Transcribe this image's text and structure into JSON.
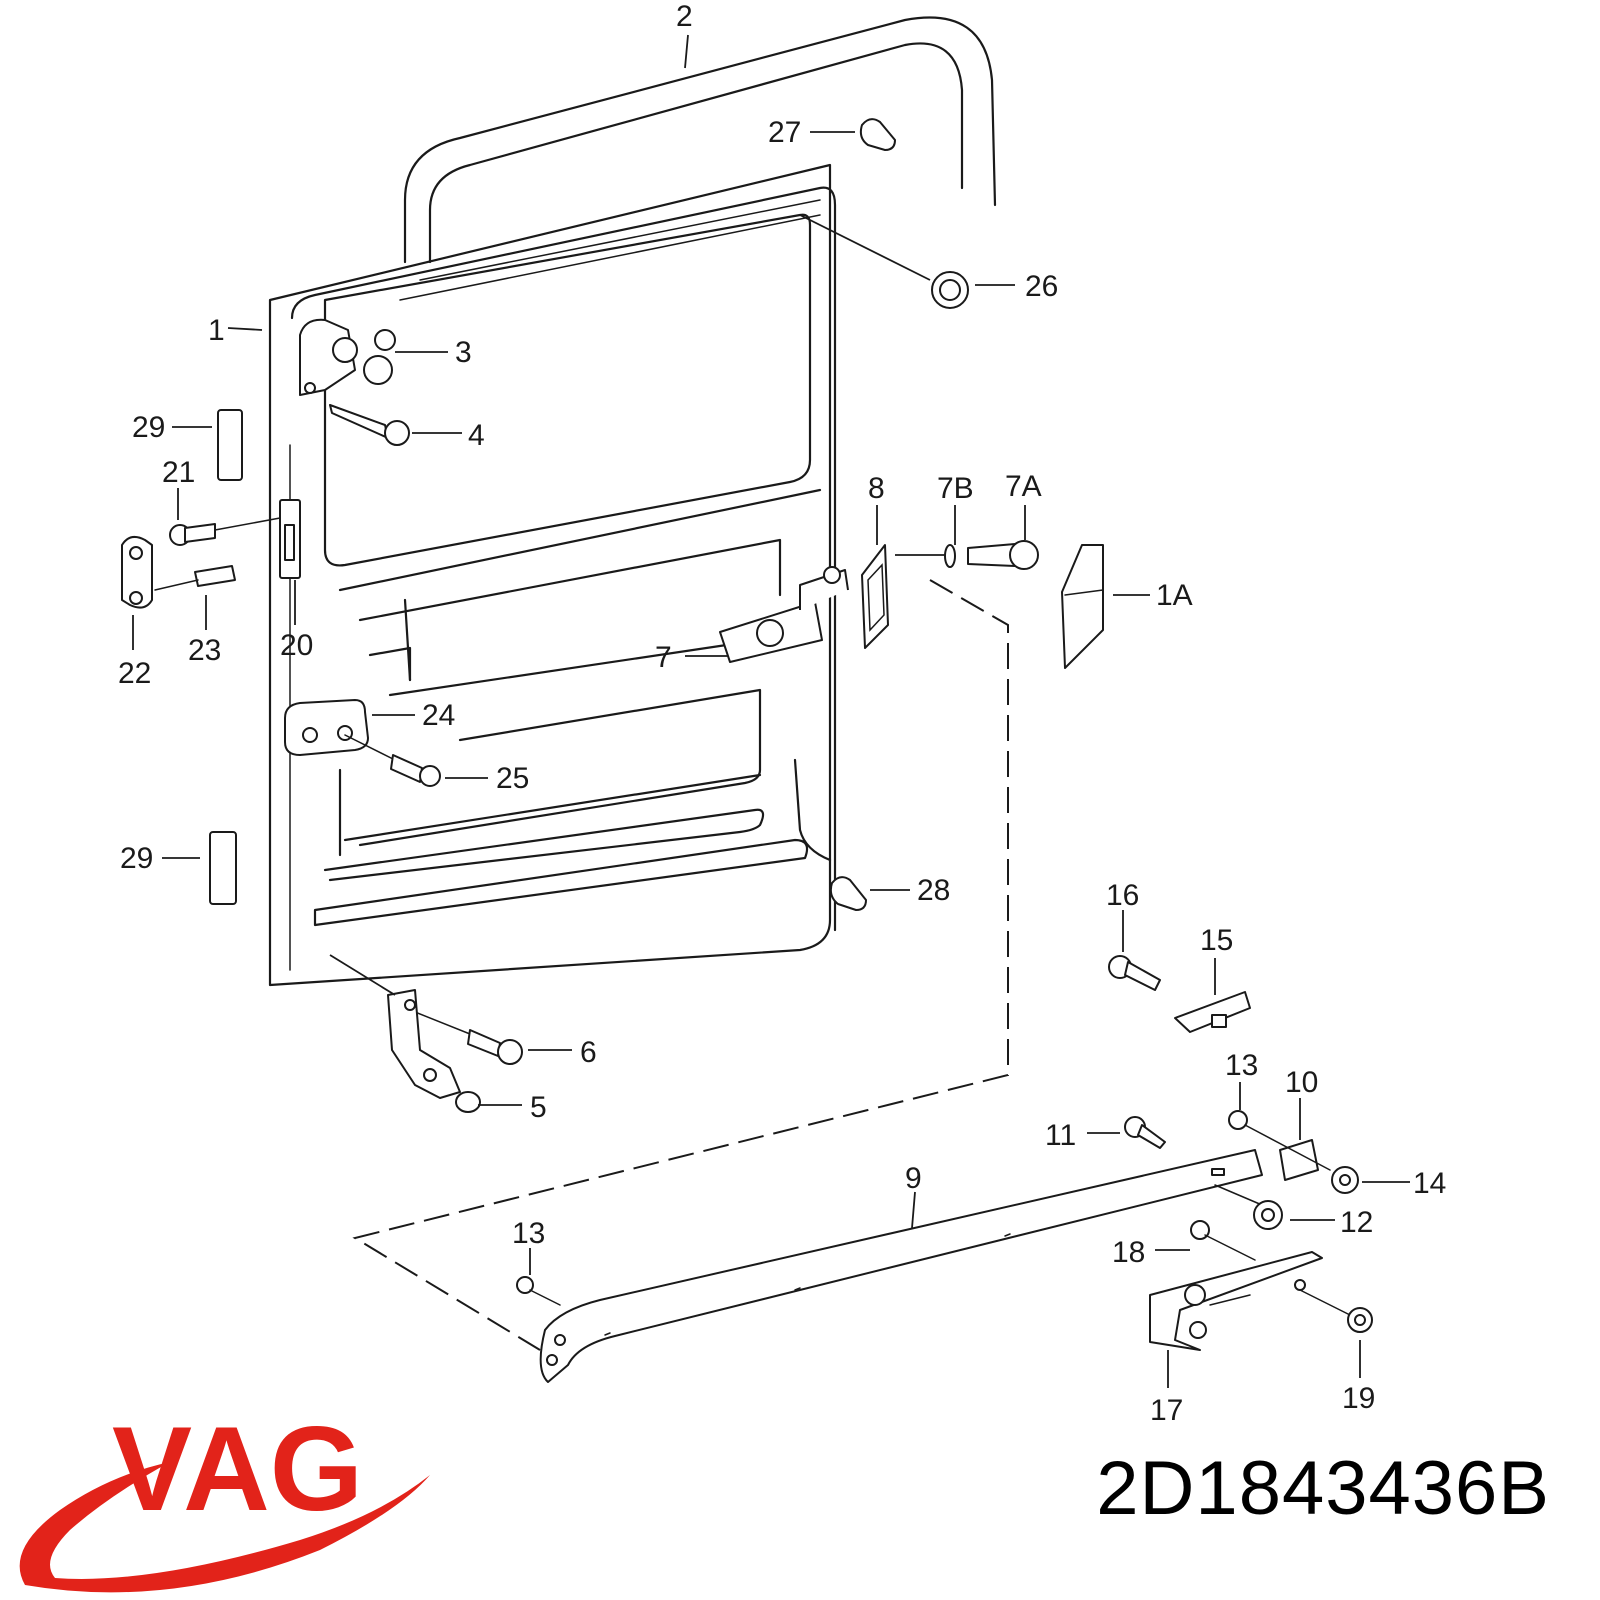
{
  "callouts": {
    "c1": "1",
    "c1A": "1A",
    "c2": "2",
    "c3": "3",
    "c4": "4",
    "c5": "5",
    "c6": "6",
    "c7": "7",
    "c7A": "7A",
    "c7B": "7B",
    "c8": "8",
    "c9": "9",
    "c10": "10",
    "c11": "11",
    "c12": "12",
    "c13a": "13",
    "c13b": "13",
    "c14": "14",
    "c15": "15",
    "c16": "16",
    "c17": "17",
    "c18": "18",
    "c19": "19",
    "c20": "20",
    "c21": "21",
    "c22": "22",
    "c23": "23",
    "c24": "24",
    "c25": "25",
    "c26": "26",
    "c27": "27",
    "c28": "28",
    "c29a": "29",
    "c29b": "29"
  },
  "brand": {
    "logo_text": "VAG",
    "logo_color": "#e2231a"
  },
  "part_number": "2D1843436B"
}
